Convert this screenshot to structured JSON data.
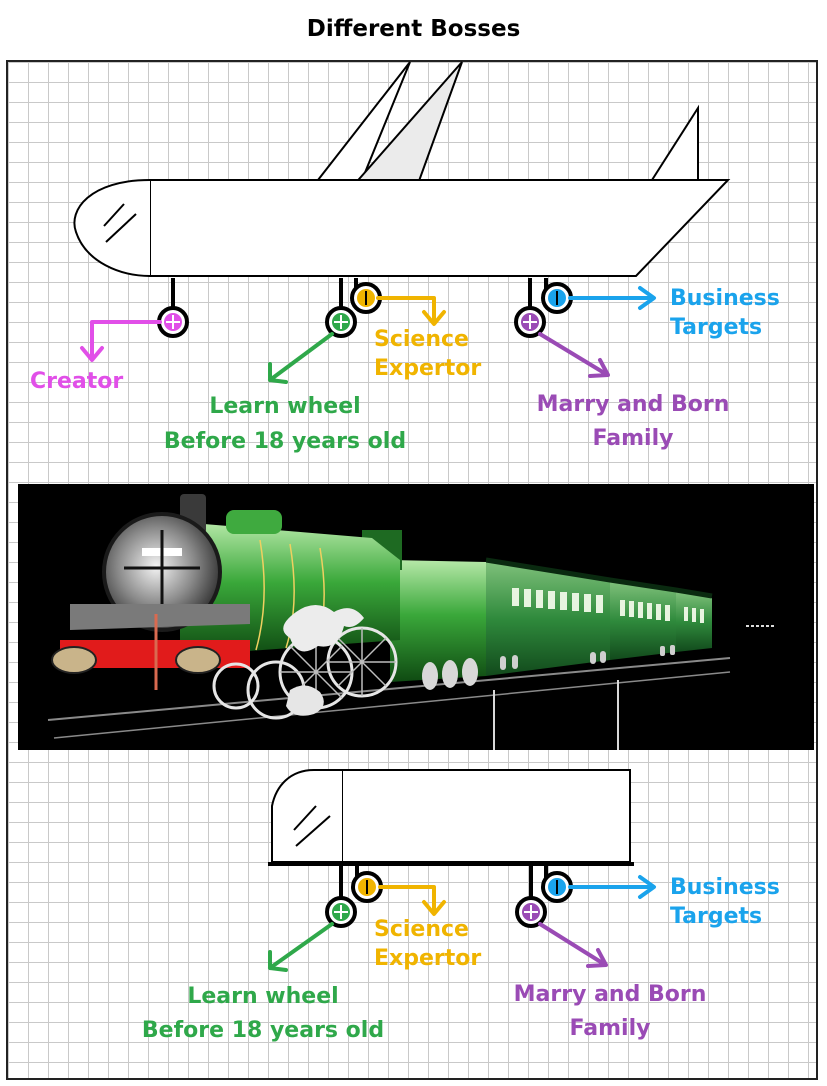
{
  "title": "Different Bosses",
  "colors": {
    "creator": "#e14fe8",
    "learn": "#2fa84a",
    "science": "#f0b400",
    "business": "#1aa3ec",
    "marry": "#9a4bb5"
  },
  "top": {
    "creator": "Creator",
    "learn_line1": "Learn wheel",
    "learn_line2": "Before 18 years old",
    "science_line1": "Science",
    "science_line2": "Expertor",
    "marry_line1": "Marry and Born",
    "marry_line2": "Family",
    "business_line1": "Business",
    "business_line2": "Targets"
  },
  "bottom": {
    "learn_line1": "Learn wheel",
    "learn_line2": "Before 18 years old",
    "science_line1": "Science",
    "science_line2": "Expertor",
    "marry_line1": "Marry and Born",
    "marry_line2": "Family",
    "business_line1": "Business",
    "business_line2": "Targets"
  }
}
